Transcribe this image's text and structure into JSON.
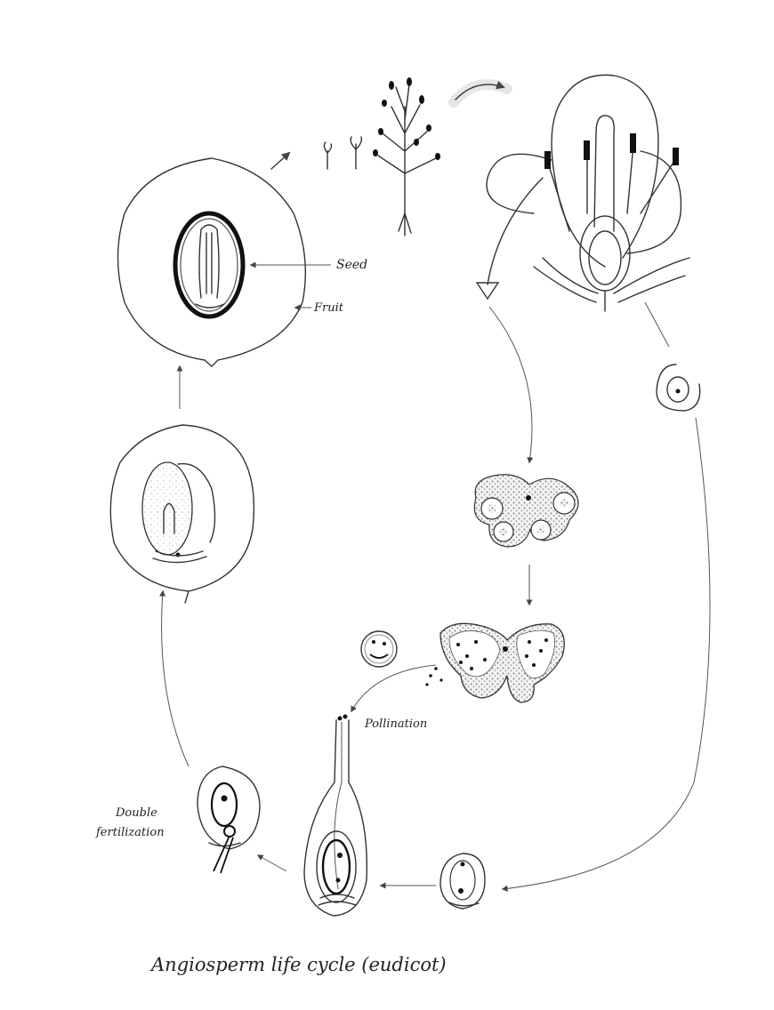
{
  "labels": {
    "seed": "Seed",
    "fruit": "Fruit",
    "pollination": "Pollination",
    "double_fertilization_line1": "Double",
    "double_fertilization_line2": "fertilization"
  },
  "caption": "Angiosperm life cycle (eudicot)"
}
